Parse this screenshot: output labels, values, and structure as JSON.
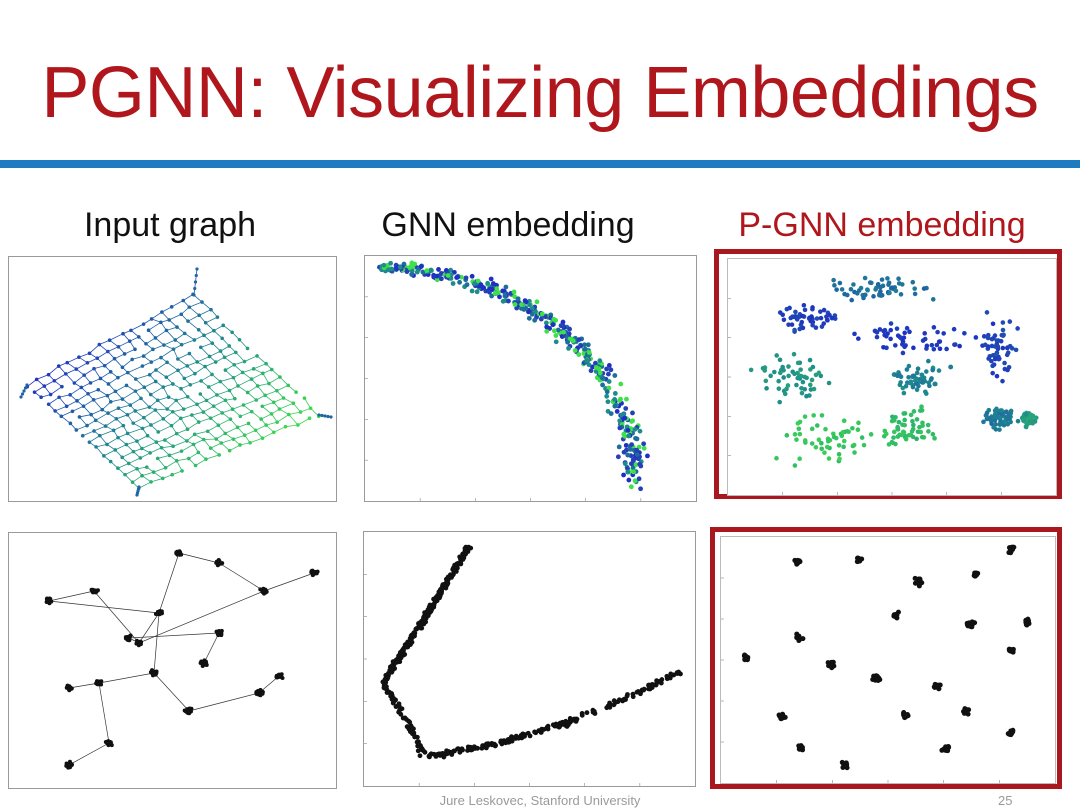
{
  "slide": {
    "title": "PGNN: Visualizing Embeddings",
    "columns": [
      "Input graph",
      "GNN embedding",
      "P-GNN embedding"
    ],
    "footer": "Jure Leskovec, Stanford University",
    "page_number": "25"
  },
  "colors": {
    "title": "#b0171d",
    "rule": "#1f7bc1",
    "highlight": "#a8181e",
    "node_blue": "#1f2fc4",
    "node_teal": "#1f8c8c",
    "node_green": "#3fe04a",
    "node_black": "#111111"
  },
  "highlighted_column": "P-GNN embedding"
}
